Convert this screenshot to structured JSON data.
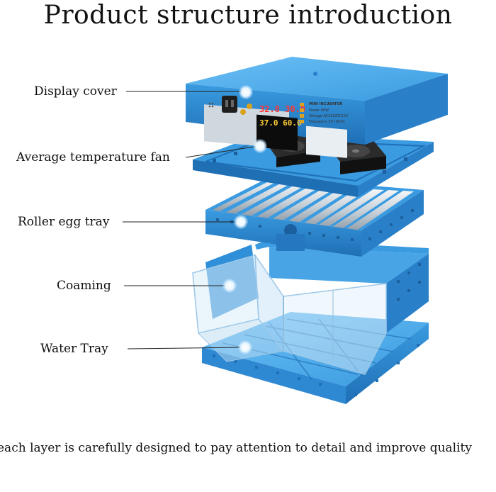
{
  "title": "Product structure introduction",
  "labels": [
    {
      "text": "Display cover"
    },
    {
      "text": "Average temperature fan"
    },
    {
      "text": "Roller egg tray"
    },
    {
      "text": "Coaming"
    },
    {
      "text": "Water Tray"
    }
  ],
  "panel": {
    "line1": "MINI INCUBATOR",
    "line2": "Power 80W",
    "line3": "Voltage AC220/DC12V",
    "line4": "Frequency 50~60Hz",
    "digits_top": "32.8 30.0",
    "digits_bottom": "37.0 60.0"
  },
  "footer": "each layer is carefully designed to pay attention to detail and improve quality",
  "colors": {
    "blue": "#3a9be0",
    "blue_dark": "#1f6fb5",
    "blue_light": "#7cc4f5"
  }
}
